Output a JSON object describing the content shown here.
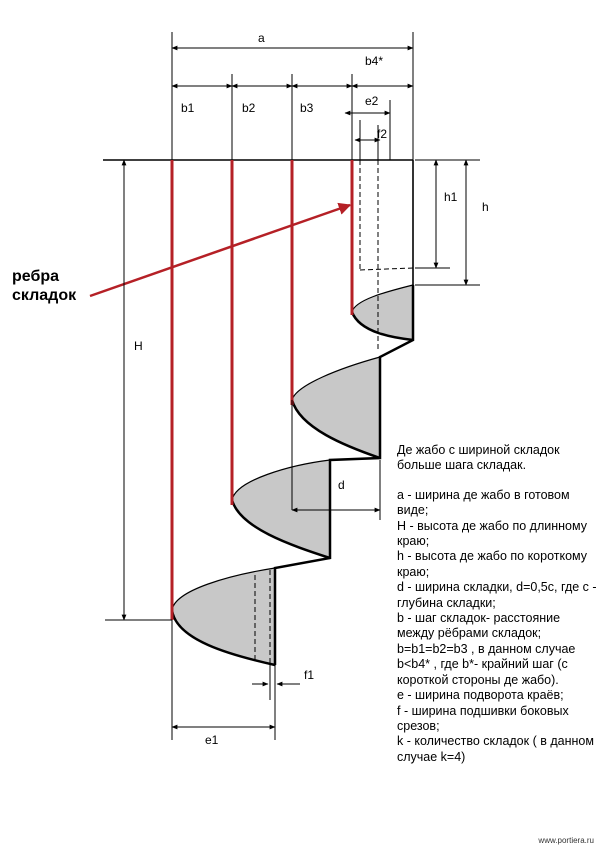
{
  "colors": {
    "rib": "#b52026",
    "fill": "#c8c8c8",
    "line": "#000000"
  },
  "labels": {
    "a": "a",
    "b4": "b4*",
    "b1": "b1",
    "b2": "b2",
    "b3": "b3",
    "e2": "e2",
    "f2": "f2",
    "h1": "h1",
    "h": "h",
    "H": "H",
    "d": "d",
    "f1": "f1",
    "e1": "e1",
    "ribs_line1": "ребра",
    "ribs_line2": "складок"
  },
  "legend": {
    "heading_line1": "Де жабо с шириной складок",
    "heading_line2": "больше шага складак.",
    "items": [
      "a - ширина де жабо в готовом виде;",
      "H - высота де жабо по длинному краю;",
      "h - высота де жабо по короткому краю;",
      "d - ширина складки, d=0,5c, где c - глубина складки;",
      "b - шаг складок- расстояние между рёбрами складок; b=b1=b2=b3 ,  в данном случае  b<b4* , где b*- крайний шаг (с короткой стороны де жабо).",
      "e - ширина подворота краёв;",
      "f - ширина подшивки боковых срезов;",
      "k - количество складок ( в данном случае k=4)"
    ]
  },
  "watermark": "www.portiera.ru"
}
